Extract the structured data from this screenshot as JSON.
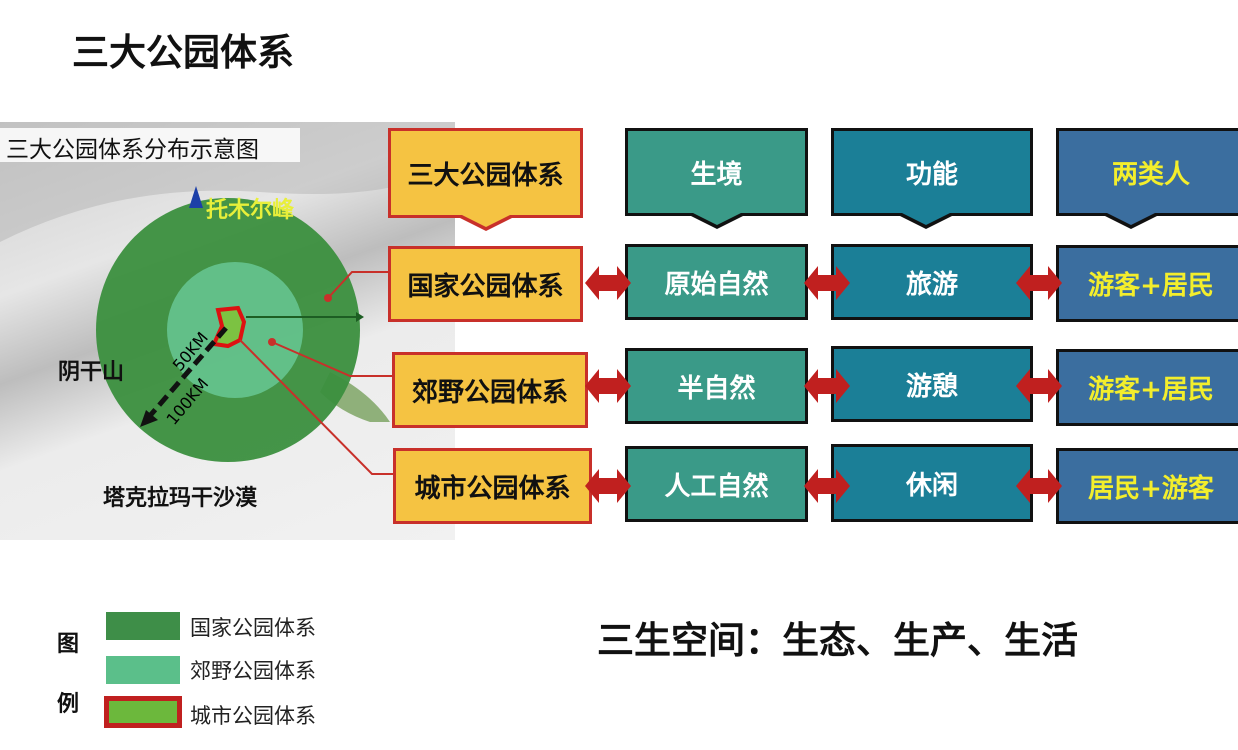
{
  "title": "三大公园体系",
  "map": {
    "title": "三大公园体系分布示意图",
    "peak": "托木尔峰",
    "mountain": "阴干山",
    "desert": "塔克拉玛干沙漠",
    "r50": "50KM",
    "r100": "100KM"
  },
  "columns": {
    "systems": {
      "header": "三大公园体系",
      "rows": [
        "国家公园体系",
        "郊野公园体系",
        "城市公园体系"
      ]
    },
    "habitat": {
      "header": "生境",
      "rows": [
        "原始自然",
        "半自然",
        "人工自然"
      ]
    },
    "function": {
      "header": "功能",
      "rows": [
        "旅游",
        "游憩",
        "休闲"
      ]
    },
    "people": {
      "header": "两类人",
      "rows": [
        "游客+居民",
        "游客+居民",
        "居民+游客"
      ]
    }
  },
  "slogan": "三生空间：生态、生产、生活",
  "legend": {
    "title_1": "图",
    "title_2": "例",
    "items": [
      {
        "label": "国家公园体系",
        "color": "#3e8e48"
      },
      {
        "label": "郊野公园体系",
        "color": "#5bbf8a"
      },
      {
        "label": "城市公园体系",
        "color": "#6cb83c",
        "border": "#c0201f"
      }
    ]
  },
  "colors": {
    "yellow": "#f5c342",
    "teal": "#3a9a88",
    "blue_teal": "#1b7f97",
    "blue": "#3b6e9f",
    "arrow": "#c0201f"
  }
}
